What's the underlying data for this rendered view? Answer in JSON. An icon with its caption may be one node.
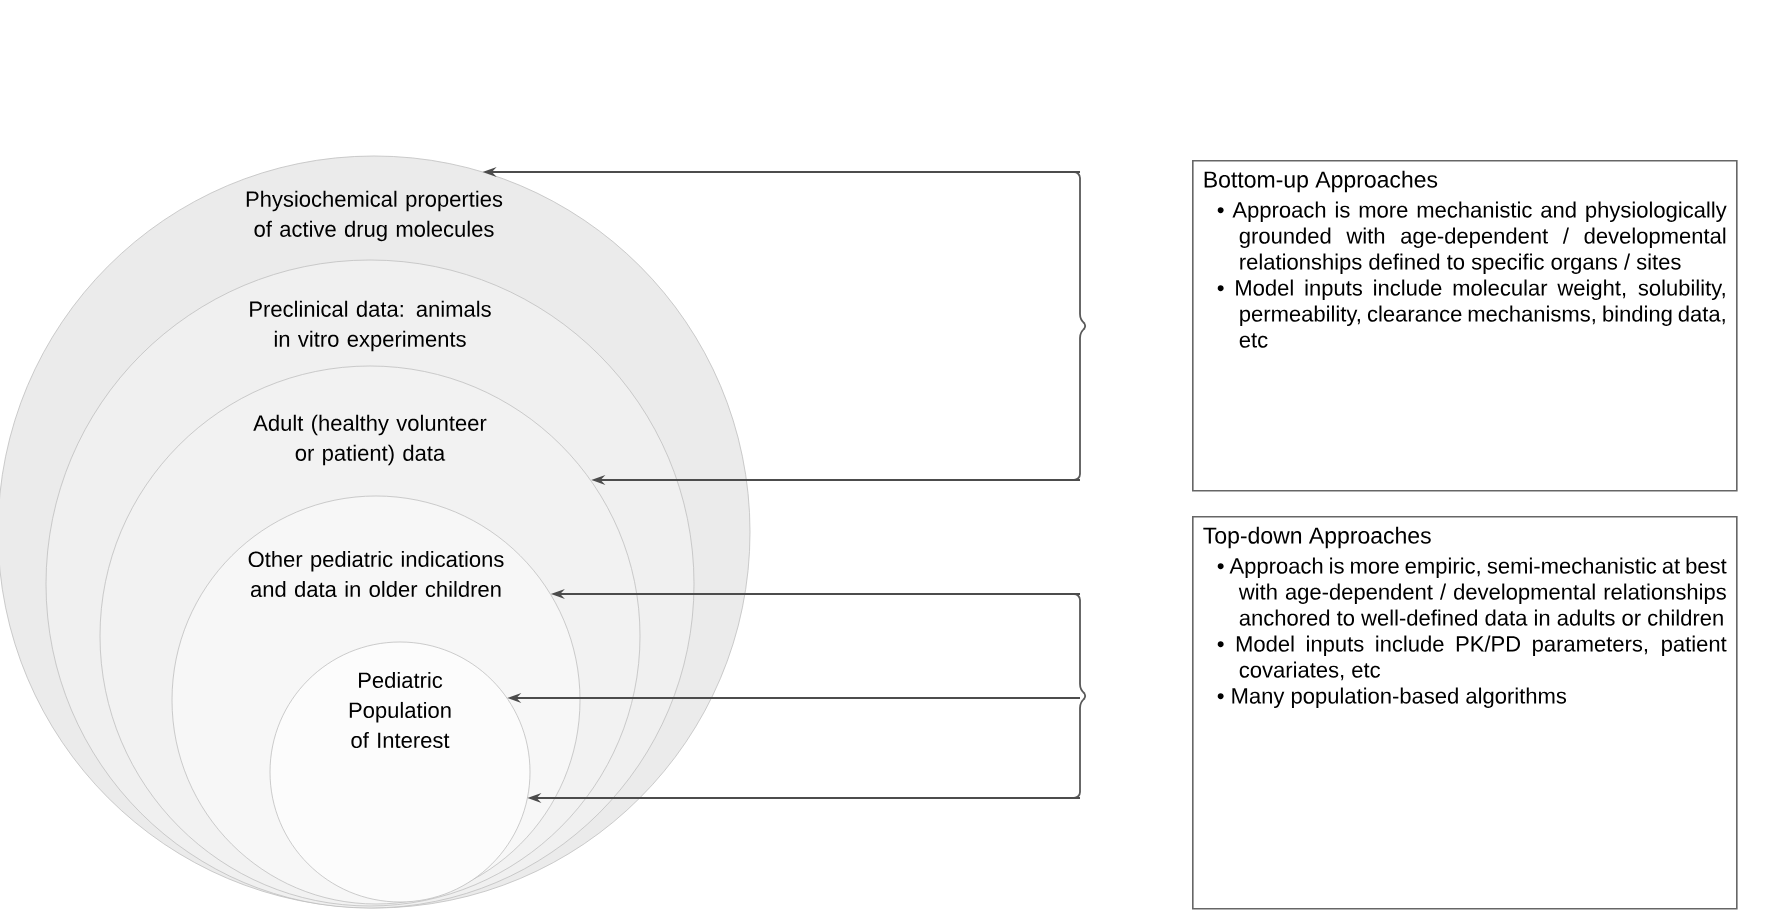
{
  "diagram": {
    "nodes": [
      {
        "text": [
          "Physiochemical properties of active drug molecules"
        ]
      },
      {
        "text": [
          "Preclinical data: animals in vitro experiments"
        ],
        "in": 0
      },
      {
        "text": [
          "Adult (healthy volunteer or patient) data"
        ],
        "in": 1
      },
      {
        "text": [
          "Other pediatric indications and data in older children"
        ],
        "in": 2
      },
      {
        "text": [
          "Pediatric Population of Interest"
        ],
        "in": 3
      },
      {
        "text": [
          "Bottom-up Approaches",
          "• Approach is more mechanistic and physiologically grounded with age-dependent / developmental relationships defined to specific organs / sites",
          "• Model inputs include molecular weight, solubility, permeability, clearance mechanisms, binding data, etc"
        ]
      },
      {
        "text": [
          "Top-down Approaches",
          "• Approach is more empiric, semi-mechanistic at best with age-dependent / developmental relationships anchored to well-defined data in adults or children",
          "• Model inputs include PK/PD parameters, patient covariates, etc",
          "• Many population-based algorithms"
        ]
      }
    ],
    "edges": [
      {
        "from": 5,
        "to": 0,
        "arrow": "to"
      },
      {
        "from": 5,
        "to": 2,
        "arrow": "to"
      },
      {
        "from": 6,
        "to": 3,
        "arrow": "to"
      },
      {
        "from": 6,
        "to": 4,
        "arrow": "to"
      },
      {
        "from": 6,
        "to": 4,
        "arrow": "to"
      }
    ]
  }
}
